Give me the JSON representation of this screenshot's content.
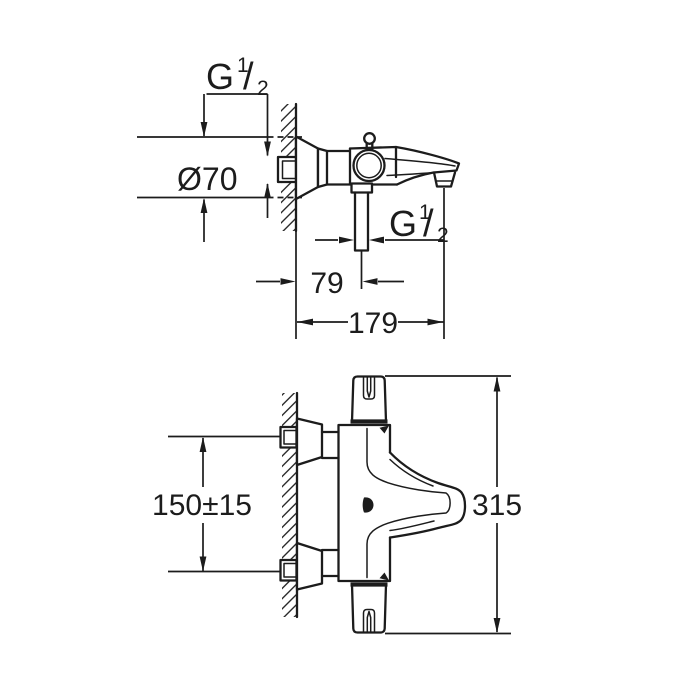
{
  "colors": {
    "ink": "#1c1c1c",
    "paper": "#ffffff"
  },
  "side_view": {
    "wall_thread_label": {
      "base": "G",
      "numerator": "1",
      "slash": "/",
      "denominator": "2"
    },
    "escutcheon_diameter_label": "Ø70",
    "hose_thread_label": {
      "base": "G",
      "numerator": "1",
      "slash": "/",
      "denominator": "2"
    },
    "wall_to_hose_dim": "79",
    "wall_to_spout_dim": "179"
  },
  "front_view": {
    "connection_spacing_dim": "150±15",
    "overall_height_dim": "315"
  }
}
